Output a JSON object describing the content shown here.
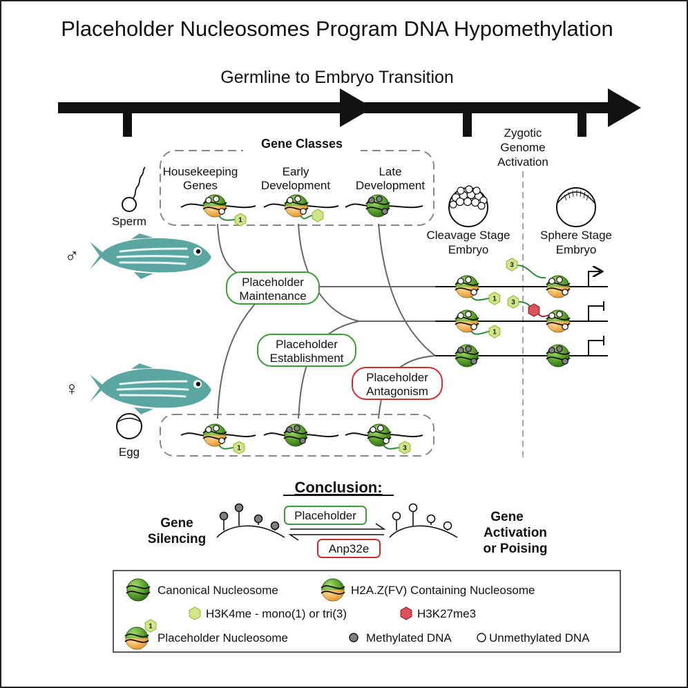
{
  "title": "Placeholder Nucleosomes Program DNA Hypomethylation",
  "timeline": {
    "label": "Germline to Embryo Transition",
    "zga_label": [
      "Zygotic",
      "Genome",
      "Activation"
    ]
  },
  "gene_classes": {
    "heading": "Gene Classes",
    "columns": [
      {
        "line1": "Housekeeping",
        "line2": "Genes"
      },
      {
        "line1": "Early",
        "line2": "Development"
      },
      {
        "line1": "Late",
        "line2": "Development"
      }
    ]
  },
  "gametes": {
    "sperm_label": "Sperm",
    "egg_label": "Egg",
    "male_symbol": "♂",
    "female_symbol": "♀"
  },
  "processes": {
    "maintenance": [
      "Placeholder",
      "Maintenance"
    ],
    "establishment": [
      "Placeholder",
      "Establishment"
    ],
    "antagonism": [
      "Placeholder",
      "Antagonism"
    ]
  },
  "embryos": {
    "cleavage": [
      "Cleavage Stage",
      "Embryo"
    ],
    "sphere": [
      "Sphere Stage",
      "Embryo"
    ]
  },
  "mark_numbers": {
    "mono": "1",
    "tri": "3"
  },
  "conclusion": {
    "heading": "Conclusion:",
    "left": [
      "Gene",
      "Silencing"
    ],
    "right": [
      "Gene",
      "Activation",
      "or Poising"
    ],
    "forward_label": "Placeholder",
    "reverse_label": "Anp32e"
  },
  "legend": {
    "canonical": "Canonical Nucleosome",
    "h2az": "H2A.Z(FV) Containing Nucleosome",
    "h3k4me": "H3K4me - mono(1) or tri(3)",
    "h3k27me3": "H3K27me3",
    "placeholder": "Placeholder Nucleosome",
    "methylated": "Methylated DNA",
    "unmethylated": "Unmethylated DNA"
  },
  "colors": {
    "nucleosome_green": "#5aa02c",
    "h2az_orange": "#f0a040",
    "mark_yellow_green": "#cfe68a",
    "mark_red": "#d9535a",
    "fish_teal": "#5aa6a0",
    "box_green": "#3aa035",
    "box_red": "#d42a2a",
    "methyl_gray": "#808080"
  }
}
